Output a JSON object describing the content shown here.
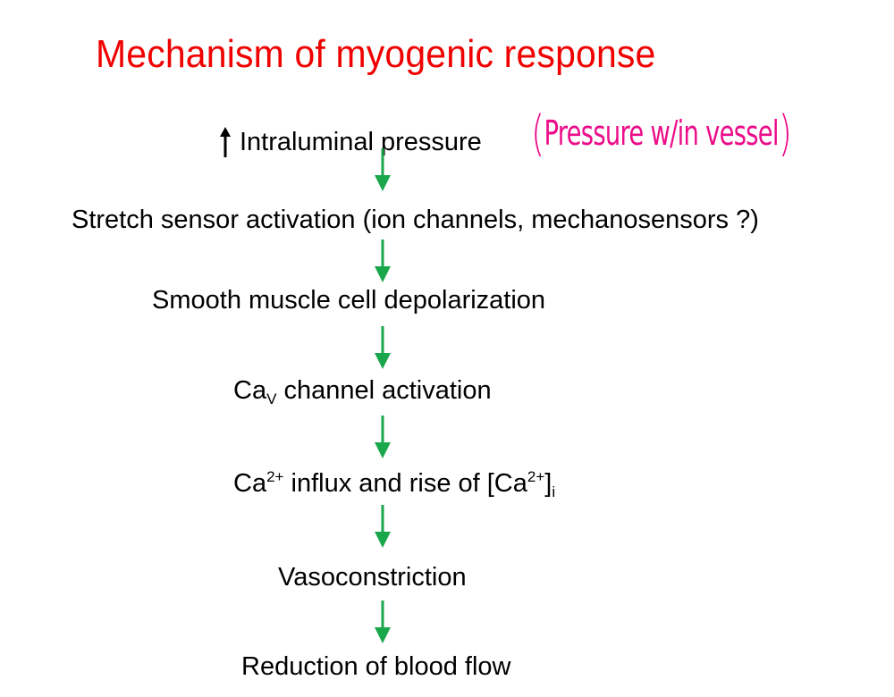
{
  "title": "Mechanism of myogenic response",
  "colors": {
    "title": "#f00000",
    "arrow": "#1aa64a",
    "annotation": "#ec0d8a",
    "text": "#000000"
  },
  "icons": {
    "increase": "up-arrow-icon",
    "flow": "down-arrow-icon"
  },
  "steps": [
    {
      "prefix_icon": "up-arrow",
      "text": "Intraluminal pressure"
    },
    {
      "text": "Stretch sensor activation (ion channels, mechanosensors ?)"
    },
    {
      "text": "Smooth muscle cell depolarization"
    },
    {
      "text_main": "Ca",
      "text_sub": "V",
      "text_rest": " channel activation"
    },
    {
      "text_a": "Ca",
      "sup_a": "2+",
      "text_b": " influx and rise of [Ca",
      "sup_b": "2+",
      "text_c": "]",
      "sub_c": "i"
    },
    {
      "text": "Vasoconstriction"
    },
    {
      "text": "Reduction of blood flow"
    }
  ],
  "annotation": {
    "open": "(",
    "text": "Pressure w/in vessel",
    "close": ")"
  }
}
